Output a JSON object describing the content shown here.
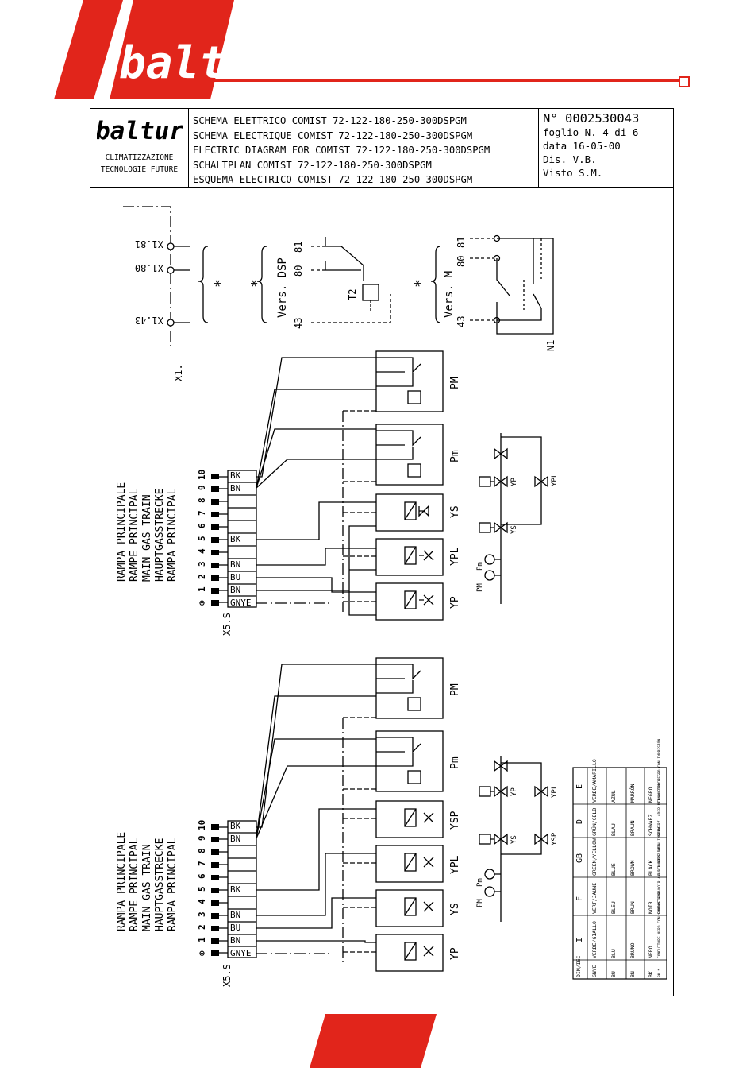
{
  "brand": {
    "name": "baltur",
    "accent": "#e1251b",
    "tagline_1": "CLIMATIZZAZIONE",
    "tagline_2": "TECNOLOGIE FUTURE"
  },
  "title_block": {
    "titles": [
      "SCHEMA ELETTRICO COMIST 72-122-180-250-300DSPGM",
      "SCHEMA ELECTRIQUE COMIST 72-122-180-250-300DSPGM",
      "ELECTRIC DIAGRAM FOR COMIST 72-122-180-250-300DSPGM",
      "SCHALTPLAN COMIST 72-122-180-250-300DSPGM",
      "ESQUEMA ELECTRICO COMIST 72-122-180-250-300DSPGM"
    ],
    "doc_number": "N° 0002530043",
    "sheet": "foglio N. 4 di 6",
    "date": "data 16-05-00",
    "drawn": "Dis. V.B.",
    "checked": "Visto S.M."
  },
  "top_section": {
    "connector": "X1.",
    "terminals": [
      "X1.81",
      "X1.80",
      "X1.43"
    ],
    "asterisk": "*",
    "version_dsp": "Vers. DSP",
    "version_m": "Vers. M",
    "pin_labels": [
      "81",
      "80",
      "43"
    ],
    "timer": "T2",
    "relay": "N1"
  },
  "gas_train_a": {
    "title_lines": [
      "RAMPA PRINCIPALE",
      "RAMPE PRINCIPAL",
      "MAIN GAS TRAIN",
      "HAUPTGASSTRECKE",
      "RAMPA PRINCIPAL"
    ],
    "connector": "X5.S",
    "pins": [
      "⊕",
      "1",
      "2",
      "3",
      "4",
      "5",
      "6",
      "7",
      "8",
      "9",
      "10"
    ],
    "wires": [
      "GNYE",
      "BN",
      "BU",
      "BN",
      "BK",
      "BN",
      "BK"
    ],
    "devices": [
      "PM",
      "Pm",
      "YS",
      "YPL",
      "YP"
    ],
    "valve_labels": [
      "YP",
      "YPL",
      "YS"
    ],
    "pressure_labels": [
      "PM",
      "Pm"
    ]
  },
  "gas_train_b": {
    "title_lines": [
      "RAMPA PRINCIPALE",
      "RAMPE PRINCIPAL",
      "MAIN GAS TRAIN",
      "HAUPTGASSTRECKE",
      "RAMPA PRINCIPAL"
    ],
    "connector": "X5.S",
    "pins": [
      "⊕",
      "1",
      "2",
      "3",
      "4",
      "5",
      "6",
      "7",
      "8",
      "9",
      "10"
    ],
    "wires": [
      "GNYE",
      "BN",
      "BU",
      "BN",
      "BK",
      "BN",
      "BK"
    ],
    "devices": [
      "PM",
      "Pm",
      "YSP",
      "YPL",
      "YS",
      "YP"
    ],
    "valve_labels": [
      "YP",
      "YPL",
      "YS",
      "YSP"
    ],
    "pressure_labels": [
      "PM",
      "Pm"
    ]
  },
  "legend": {
    "headers": [
      "DIN/IEC",
      "I",
      "F",
      "GB",
      "D",
      "E"
    ],
    "rows": [
      [
        "GNYE",
        "VERDE/GIALLO",
        "VERT/JAUNE",
        "GREEN/YELLOW",
        "GRÜN/GELB",
        "VERDE/AMARILLO"
      ],
      [
        "BU",
        "BLU",
        "BLEU",
        "BLUE",
        "BLAU",
        "AZUL"
      ],
      [
        "BN",
        "BRUNO",
        "BRUN",
        "BROWN",
        "BRAUN",
        "MARRÓN"
      ],
      [
        "BK",
        "NERO",
        "NOIR",
        "BLACK",
        "SCHWARZ",
        "NEGRO"
      ],
      [
        "BK *",
        "CONDUTTORE NERO CON SOVRASTAMPA",
        "CONDUCTEUR NOIR AVEC IMPRESSION",
        "BLACK WIRE WITH IMPRINT",
        "SCHWARZ. ADER MIT AUFDRUCK",
        "CONDUCTOR NEGRO CON IMPRESIÓN"
      ]
    ]
  }
}
